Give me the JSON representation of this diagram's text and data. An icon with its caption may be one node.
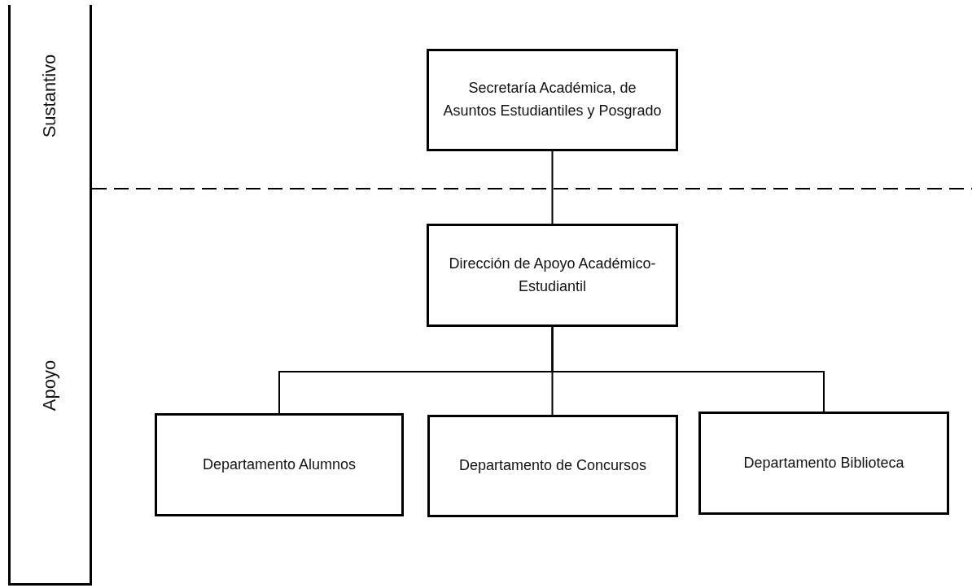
{
  "diagram": {
    "nodes": [
      {
        "text": [
          "Sustantivo"
        ]
      },
      {
        "text": [
          "Apoyo"
        ]
      },
      {
        "text": [
          "Secretaría Académica, de Asuntos Estudiantiles y Posgrado"
        ]
      },
      {
        "text": [
          "Dirección de Apoyo Académico-Estudiantil"
        ]
      },
      {
        "text": [
          "Departamento Alumnos"
        ]
      },
      {
        "text": [
          "Departamento de Concursos"
        ]
      },
      {
        "text": [
          "Departamento Biblioteca"
        ]
      }
    ],
    "edges": [
      {
        "from": 2,
        "to": 3,
        "arrow": "none"
      },
      {
        "from": 3,
        "to": 4,
        "arrow": "none"
      },
      {
        "from": 3,
        "to": 5,
        "arrow": "none"
      },
      {
        "from": 3,
        "to": 6,
        "arrow": "none"
      }
    ]
  }
}
